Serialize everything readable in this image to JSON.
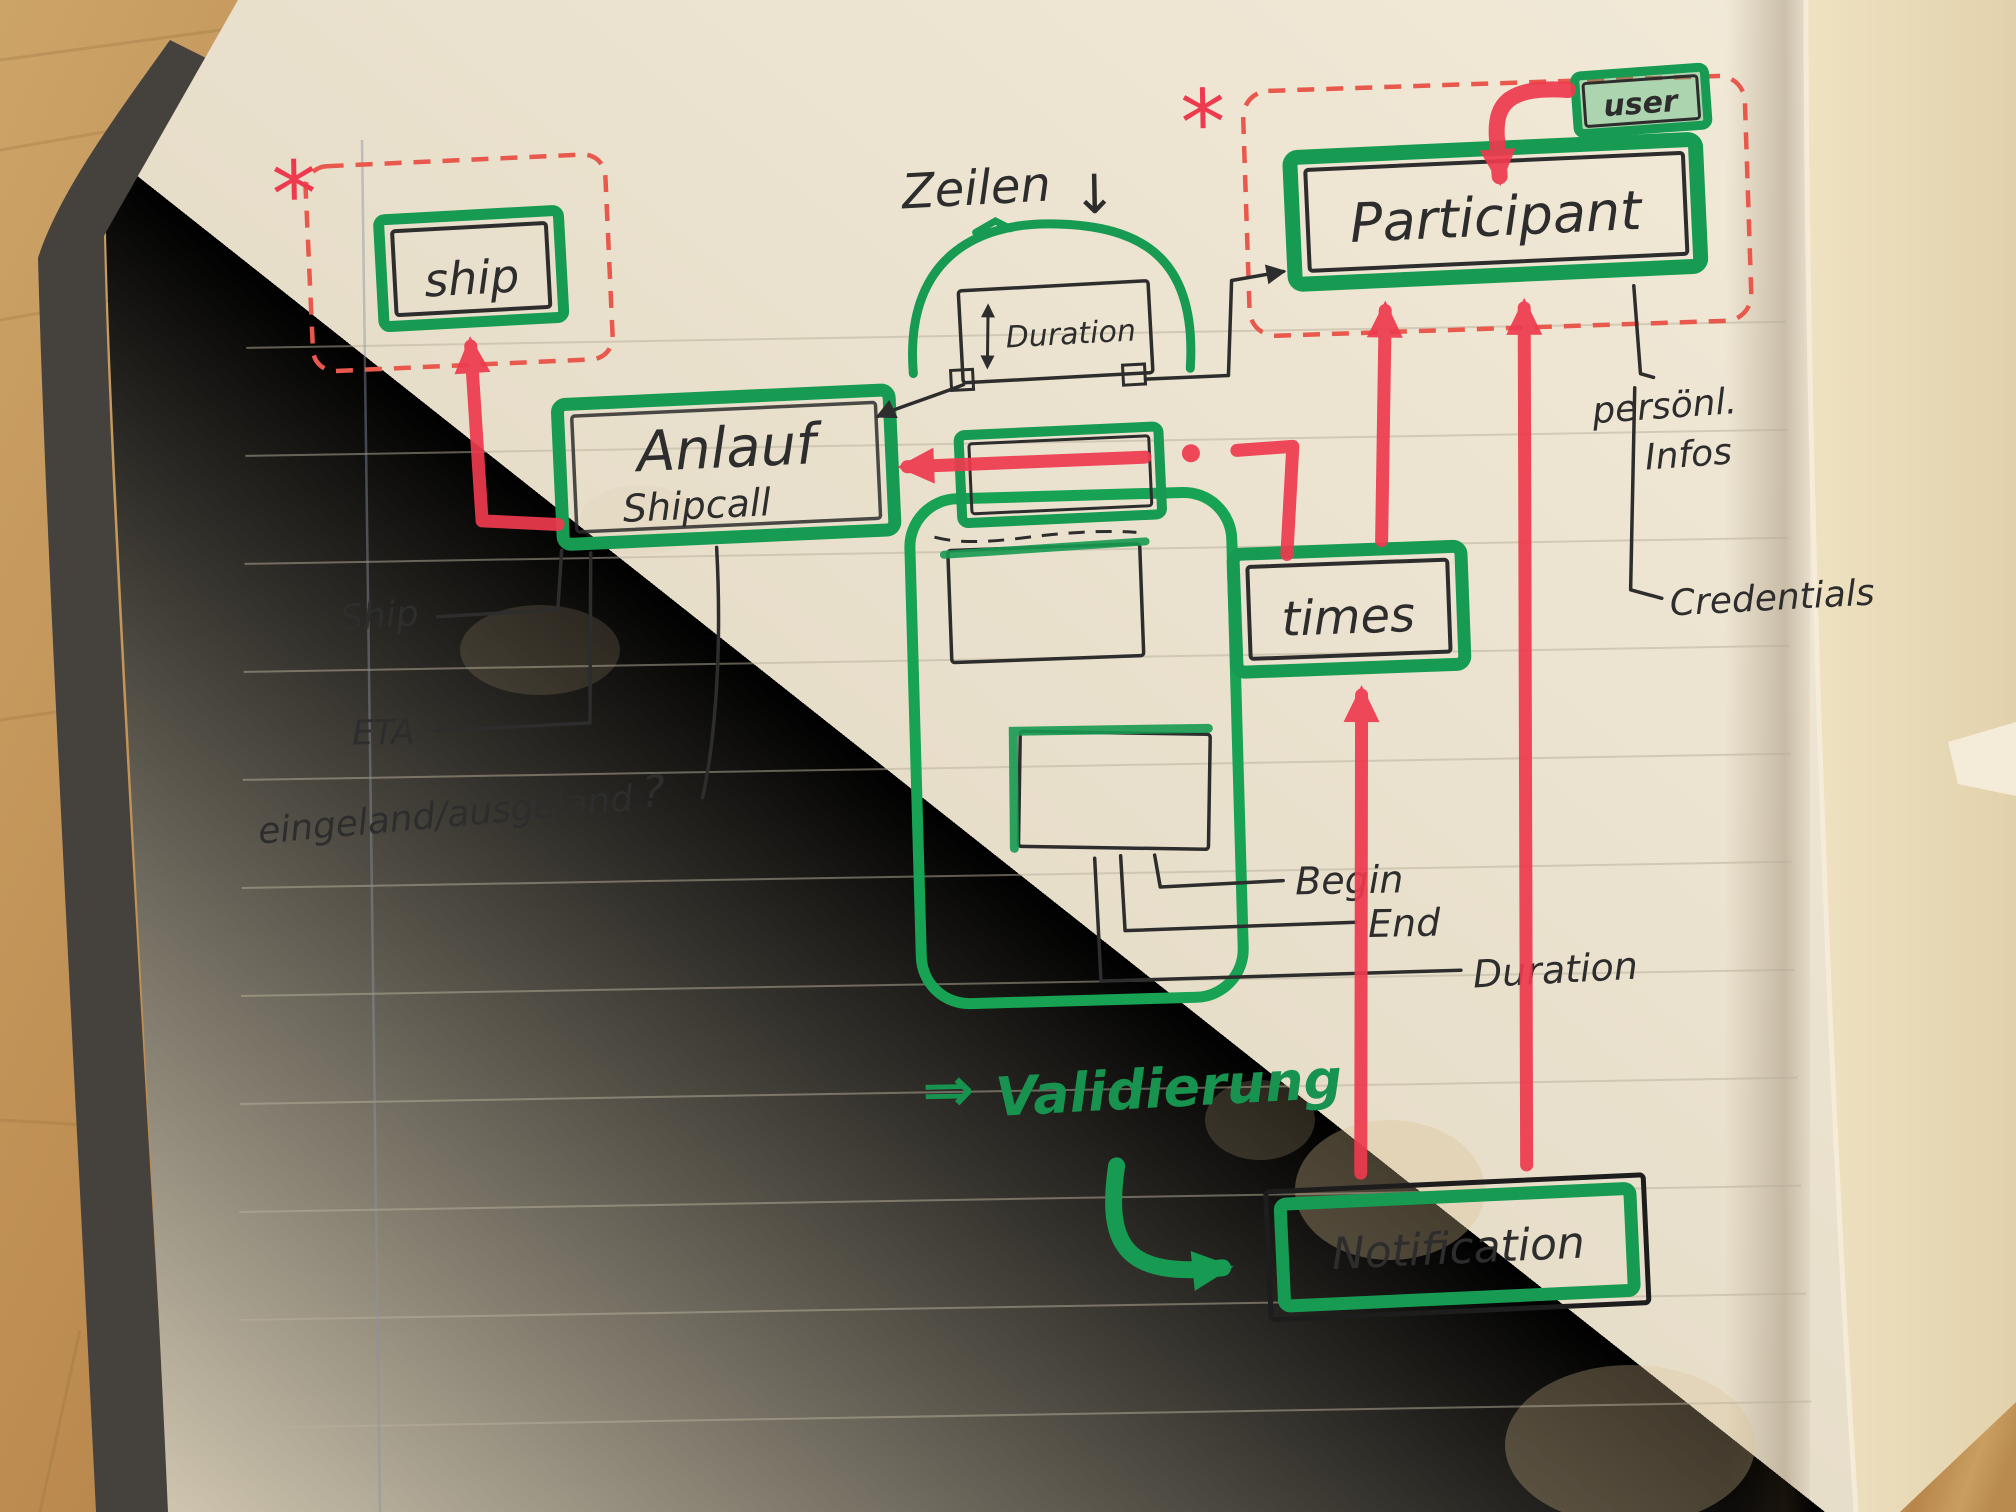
{
  "colors": {
    "marker_green": "#179a52",
    "marker_red": "#ee3a4e",
    "dashed_red": "#e8584c",
    "ink": "#2d2d2d",
    "paper": "#e8dfcb",
    "wood": "#bf9254"
  },
  "entities": {
    "ship": {
      "label": "ship"
    },
    "shipcall": {
      "line1": "Anlauf",
      "line2": "Shipcall"
    },
    "participant": {
      "label": "Participant"
    },
    "user": {
      "label": "user"
    },
    "times": {
      "label": "times"
    },
    "notification": {
      "label": "Notification"
    },
    "duration_box": {
      "label": "Duration"
    }
  },
  "annotations": {
    "zeilen": {
      "text": "Zeilen",
      "arrow": "↓"
    },
    "ship_attr": "Ship",
    "eta_attr": "ETA",
    "inout_attr": "eingeland/ausgeland",
    "question": "?",
    "begin": "Begin",
    "end": "End",
    "duration_attr": "Duration",
    "personal_1": "persönl.",
    "personal_2": "Infos",
    "credentials": "Credentials",
    "validierung": {
      "arrow": "⇒",
      "text": "Validierung"
    },
    "asterisk_left": "*",
    "asterisk_right": "*"
  }
}
